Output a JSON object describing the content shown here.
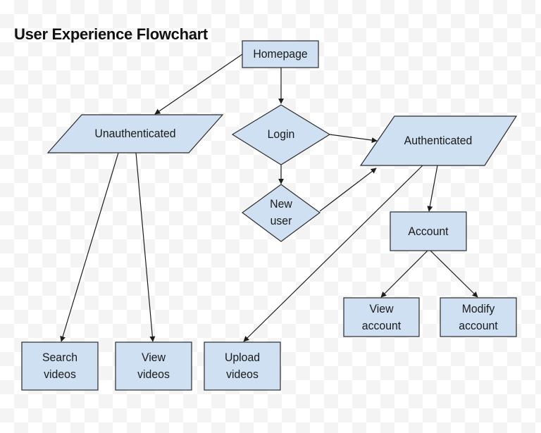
{
  "title": "User Experience Flowchart",
  "colors": {
    "node_fill": "#cfe0f2",
    "node_stroke": "#2b2b2b",
    "edge": "#1c1c1c"
  },
  "nodes": {
    "homepage": "Homepage",
    "unauthenticated": "Unauthenticated",
    "login": "Login",
    "authenticated": "Authenticated",
    "new_user": "New\nuser",
    "account": "Account",
    "view_account": "View\naccount",
    "modify_account": "Modify\naccount",
    "search_videos": "Search\nvideos",
    "view_videos": "View\nvideos",
    "upload_videos": "Upload\nvideos"
  },
  "edges": [
    [
      "homepage",
      "unauthenticated"
    ],
    [
      "homepage",
      "login"
    ],
    [
      "login",
      "authenticated"
    ],
    [
      "login",
      "new_user"
    ],
    [
      "new_user",
      "authenticated"
    ],
    [
      "authenticated",
      "account"
    ],
    [
      "authenticated",
      "upload_videos"
    ],
    [
      "account",
      "view_account"
    ],
    [
      "account",
      "modify_account"
    ],
    [
      "unauthenticated",
      "search_videos"
    ],
    [
      "unauthenticated",
      "view_videos"
    ]
  ]
}
